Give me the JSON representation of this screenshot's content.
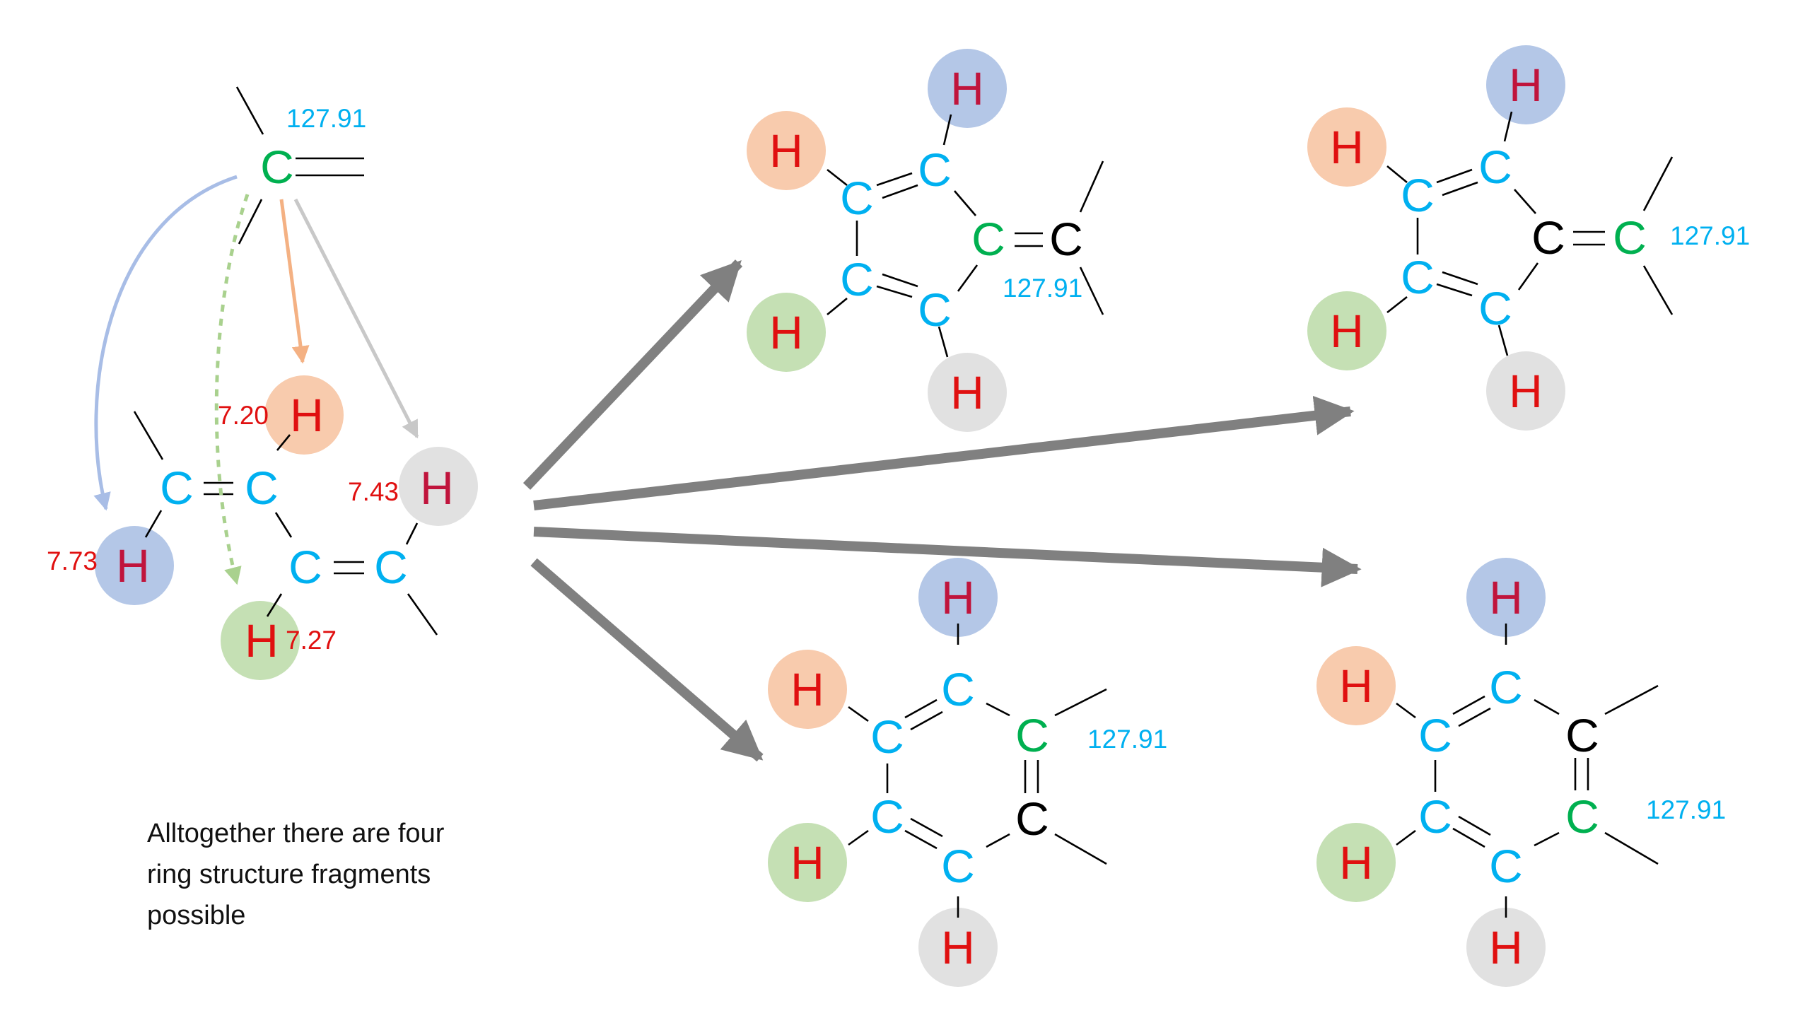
{
  "note": {
    "line1": "Alltogether there are four",
    "line2": "ring structure fragments",
    "line3": "possible"
  },
  "atoms": {
    "carbon": "C",
    "hydrogen": "H"
  },
  "shifts": {
    "carbon": "127.91",
    "h_blue": "7.73",
    "h_orange": "7.20",
    "h_gray": "7.43",
    "h_green": "7.27"
  },
  "colors": {
    "chain_carbon": "#00b0f0",
    "key_carbon": "#00b050",
    "ring_carbon_plain": "#000000",
    "hydrogen_text": "#e01010",
    "hydrogen_text_alt": "#c0143c",
    "circle_blue": "#b4c7e7",
    "circle_orange": "#f8cbad",
    "circle_green": "#c5e0b4",
    "circle_gray": "#e1e1e1",
    "shift_c": "#00b0f0",
    "shift_h": "#e01010",
    "arrow_big": "#808080"
  }
}
